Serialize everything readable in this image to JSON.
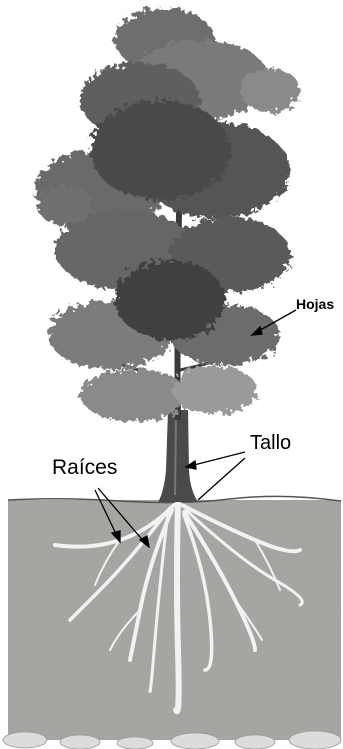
{
  "labels": {
    "hojas": "Hojas",
    "tallo": "Tallo",
    "raices": "Raíces"
  },
  "colors": {
    "soil": "#a9a9a7",
    "soil_dark": "#8e8e8b",
    "foliage_light": "#9a9a9a",
    "foliage_dark": "#3f3f3f",
    "trunk": "#4a4a4a",
    "roots": "#f2f2f2",
    "stones": "#dcdcdc"
  }
}
